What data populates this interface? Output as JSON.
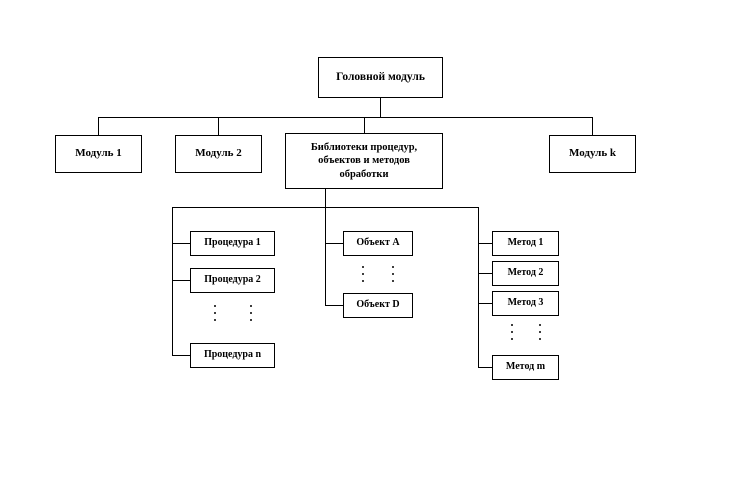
{
  "diagram": {
    "type": "hierarchical-block-diagram",
    "title_text": "",
    "background_color": "#ffffff",
    "line_color": "#000000",
    "text_color": "#000000",
    "root": {
      "label": "Головной модуль"
    },
    "level2": [
      {
        "label": "Модуль 1"
      },
      {
        "label": "Модуль 2"
      },
      {
        "label": "Библиотеки процедур,\nобъектов и методов\nобработки"
      },
      {
        "label": "Модуль k"
      }
    ],
    "level3": {
      "procedures": {
        "column_name": "procedures",
        "items": [
          {
            "label": "Процедура 1"
          },
          {
            "label": "Процедура 2"
          },
          {
            "label": "Процедура n"
          }
        ],
        "ellipsis": "⋮ ⋮"
      },
      "objects": {
        "column_name": "objects",
        "items": [
          {
            "label": "Объект A"
          },
          {
            "label": "Объект D"
          }
        ],
        "ellipsis": "⋮ ⋮"
      },
      "methods": {
        "column_name": "methods",
        "items": [
          {
            "label": "Метод 1"
          },
          {
            "label": "Метод 2"
          },
          {
            "label": "Метод 3"
          },
          {
            "label": "Метод m"
          }
        ],
        "ellipsis": "⋮ ⋮"
      }
    }
  }
}
